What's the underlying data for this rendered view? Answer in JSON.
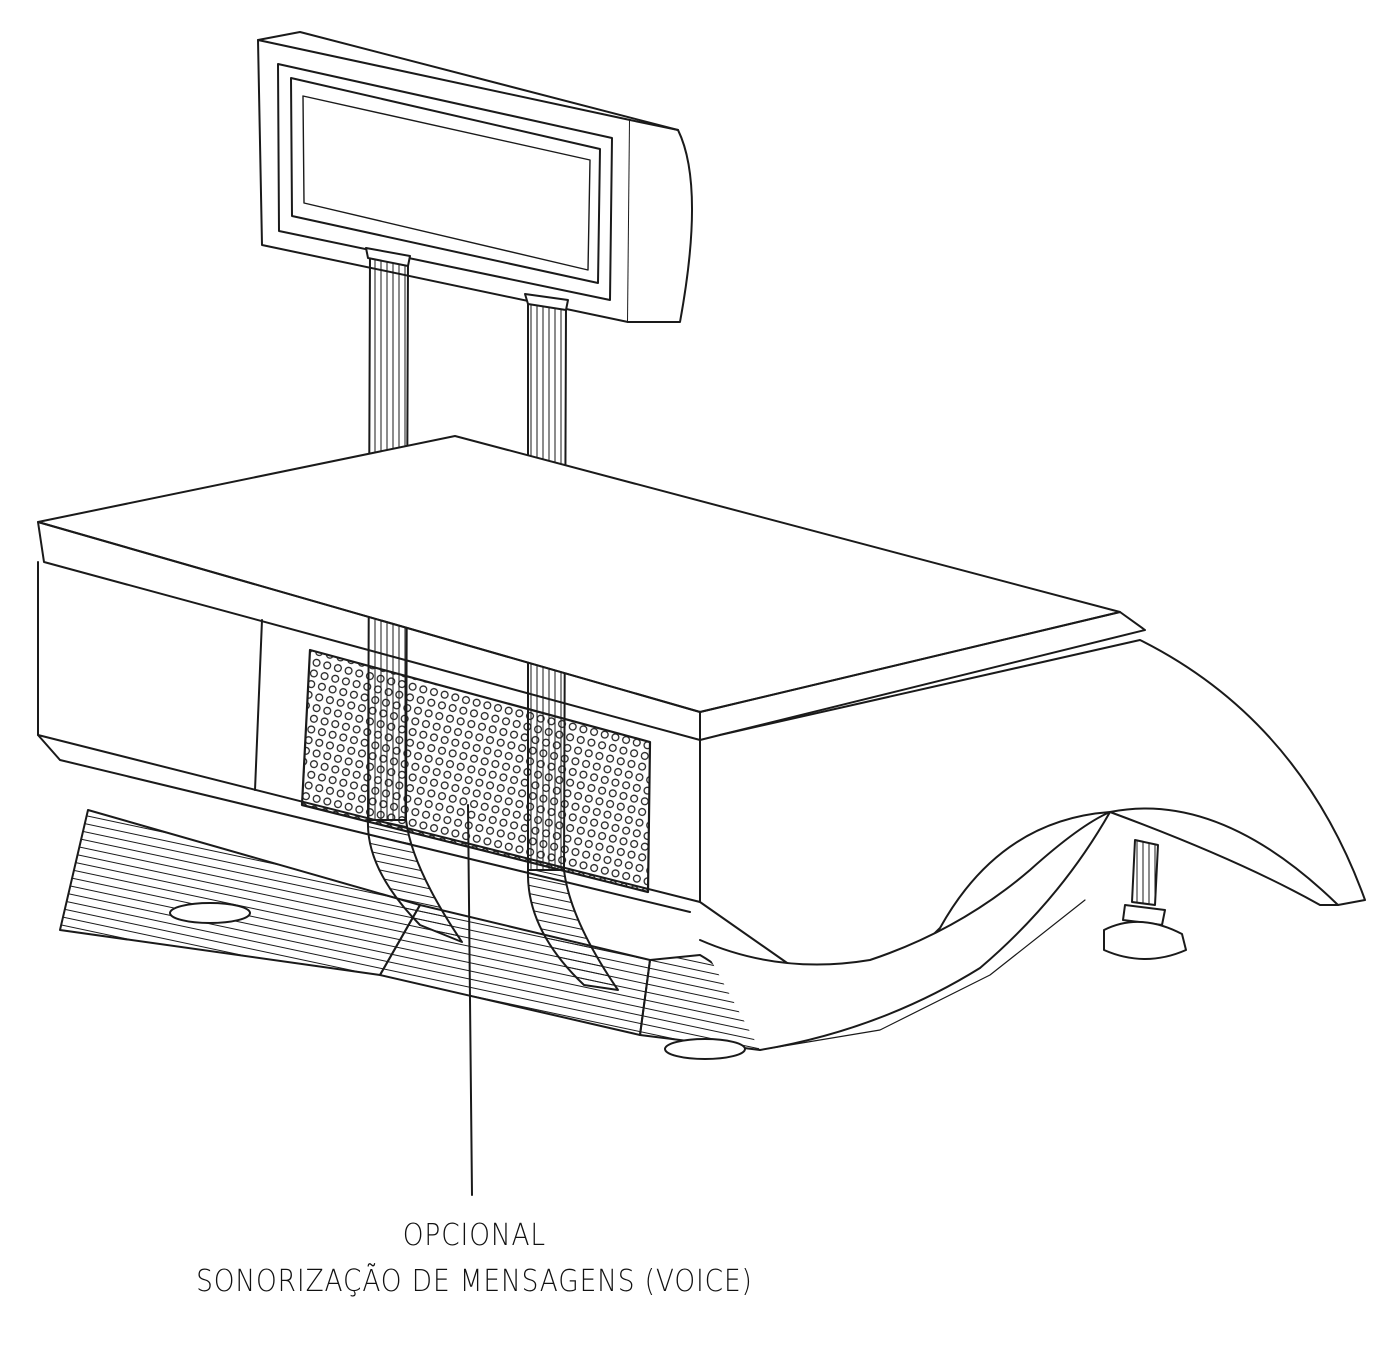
{
  "callout": {
    "line1": "OPCIONAL",
    "line2": "SONORIZAÇÃO DE MENSAGENS (VOICE)"
  },
  "colors": {
    "ink": "#1a1a1a",
    "paper": "#ffffff"
  },
  "parts": [
    "display-head",
    "display-posts",
    "scale-body",
    "speaker-grille",
    "leveling-feet"
  ]
}
